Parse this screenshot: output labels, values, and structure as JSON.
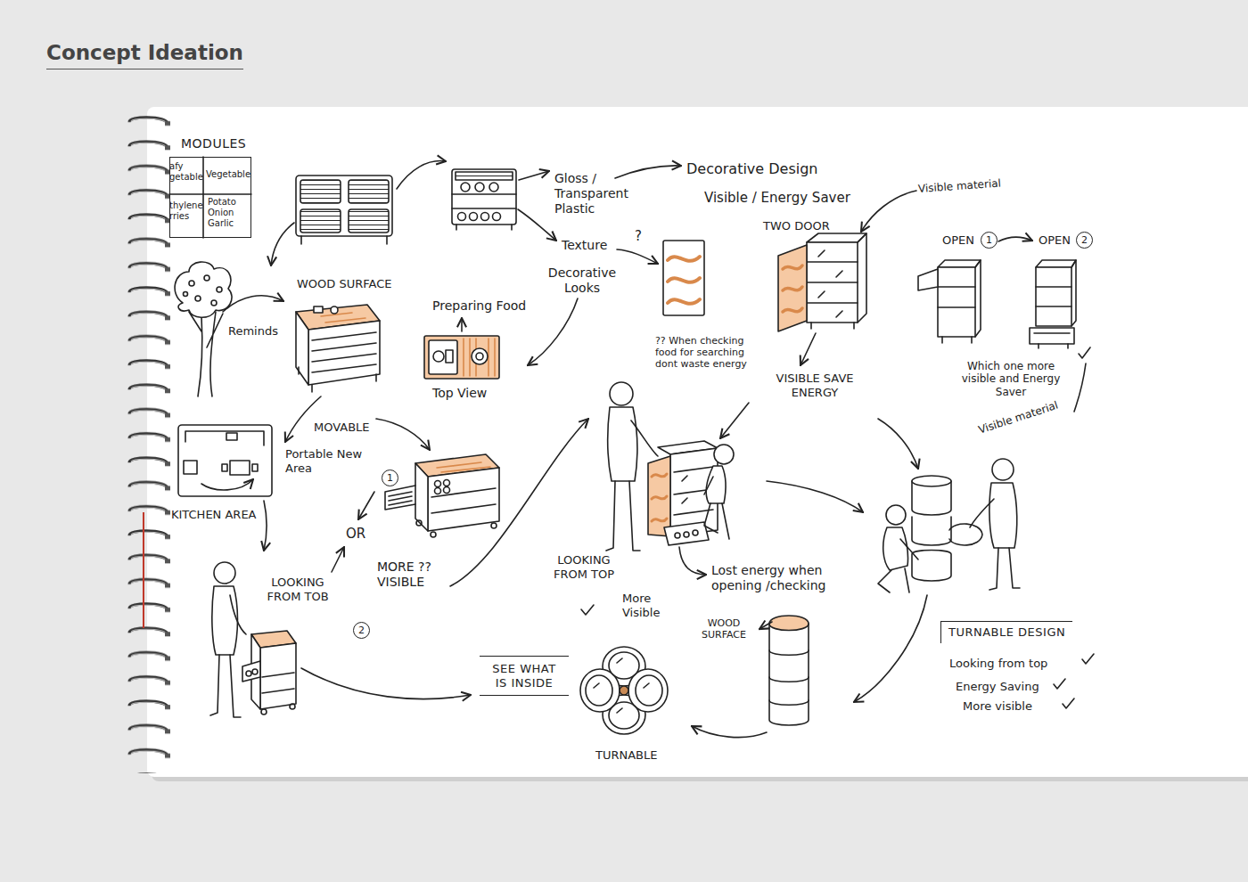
{
  "diagram": {
    "title": "Concept Ideation",
    "nodes": [
      {
        "text": [
          "MODULES"
        ]
      },
      {
        "text": [
          "SEE WHAT IS INSIDE"
        ]
      },
      {
        "text": [
          "TURNABLE DESIGN"
        ]
      }
    ],
    "labels": [
      "afy getable",
      "Vegetable",
      "thylene rries",
      "Potato Onion Garlic",
      "Gloss / Transparent Plastic",
      "Decorative Design",
      "Visible / Energy Saver",
      "Visible material",
      "Texture",
      "?",
      "Decorative Looks",
      "TWO DOOR",
      "OPEN",
      "1",
      "OPEN",
      "2",
      "WOOD SURFACE",
      "Reminds",
      "Preparing Food",
      "Top View",
      "?? When checking food for searching dont waste energy",
      "VISIBLE SAVE ENERGY",
      "Which one more visible and Energy Saver",
      "MOVABLE",
      "Portable New Area",
      "1",
      "KITCHEN AREA",
      "OR",
      "LOOKING FROM TOB",
      "2",
      "MORE ?? VISIBLE",
      "LOOKING FROM TOP",
      "More Visible",
      "Lost energy when opening /checking",
      "Visible material",
      "WOOD SURFACE",
      "TURNABLE",
      "Looking from top",
      "Energy Saving",
      "More visible"
    ]
  }
}
